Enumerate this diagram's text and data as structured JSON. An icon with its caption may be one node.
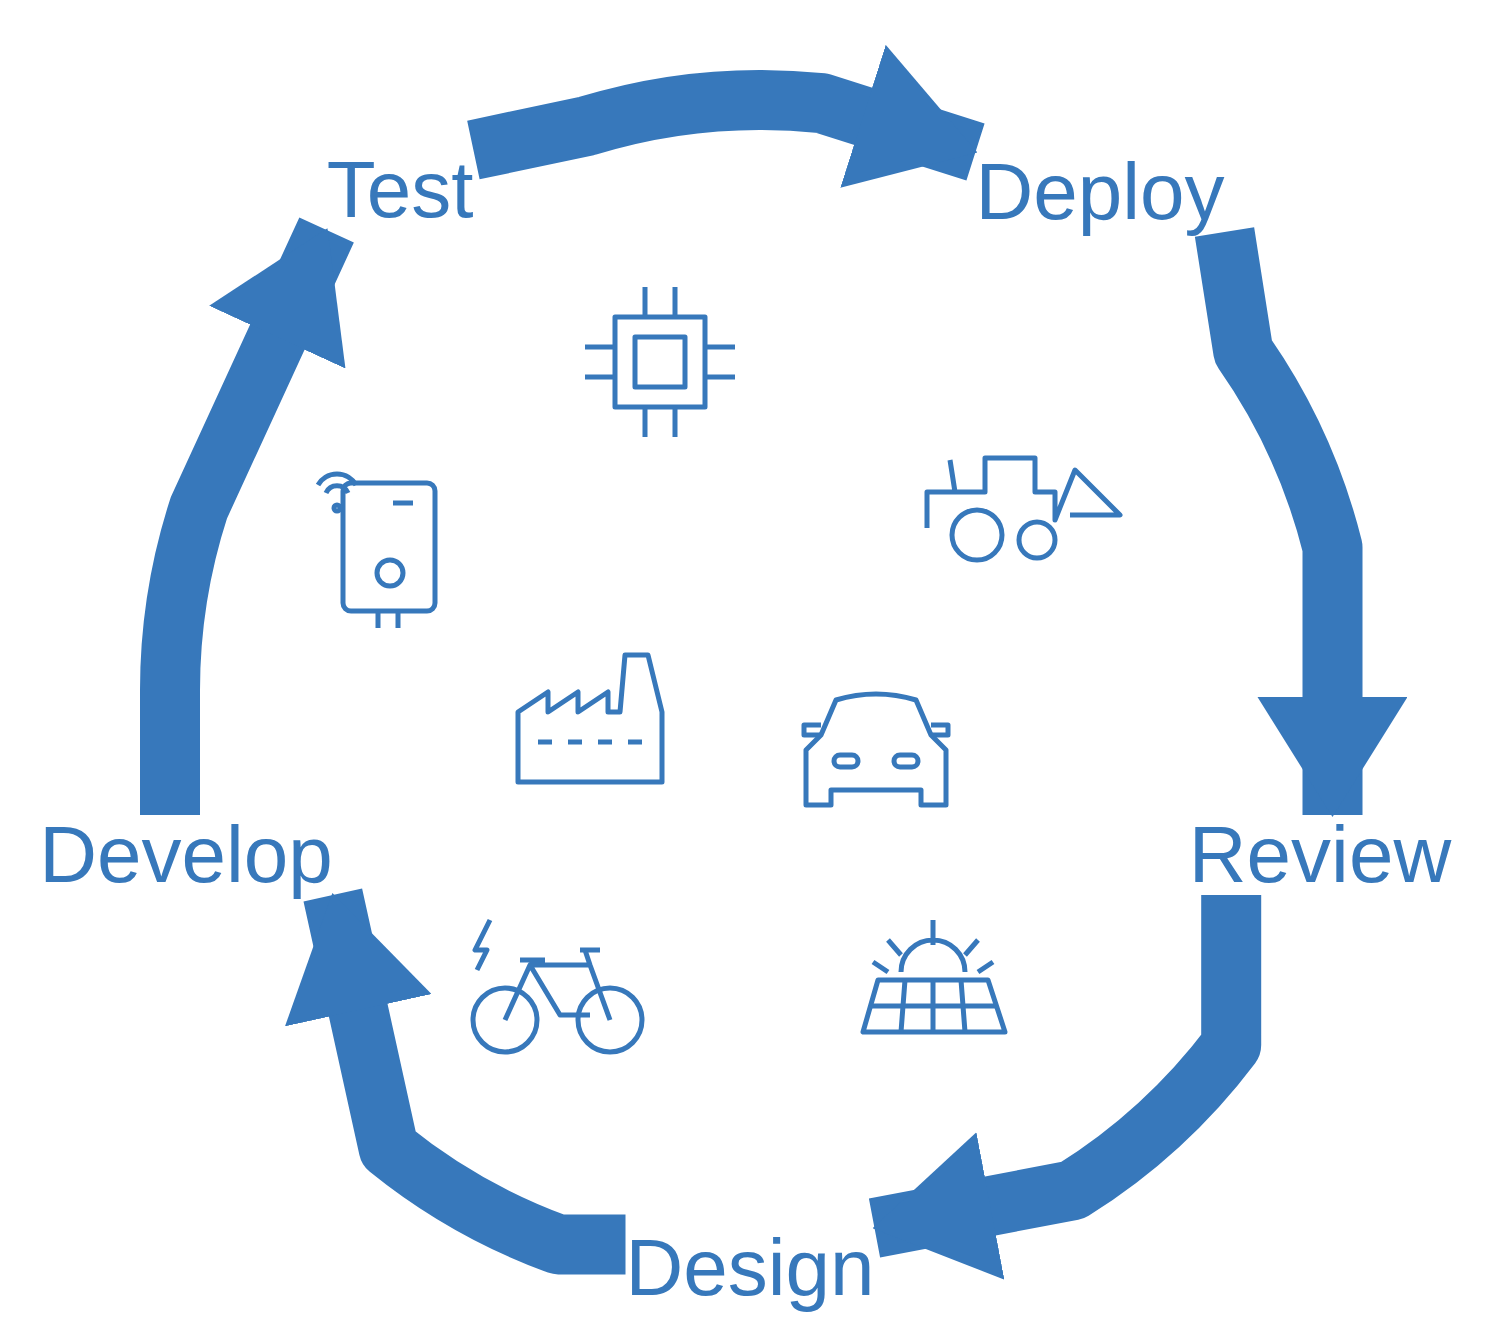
{
  "diagram": {
    "nodes": [
      {
        "text": [
          "Test"
        ]
      },
      {
        "text": [
          "Deploy"
        ]
      },
      {
        "text": [
          "Review"
        ]
      },
      {
        "text": [
          "Design"
        ]
      },
      {
        "text": [
          "Develop"
        ]
      }
    ],
    "edges": [
      {
        "from": 0,
        "to": 1,
        "arrow": "to"
      },
      {
        "from": 1,
        "to": 2,
        "arrow": "to"
      },
      {
        "from": 2,
        "to": 3,
        "arrow": "to"
      },
      {
        "from": 3,
        "to": 4,
        "arrow": "to"
      },
      {
        "from": 4,
        "to": 0,
        "arrow": "to"
      }
    ]
  }
}
